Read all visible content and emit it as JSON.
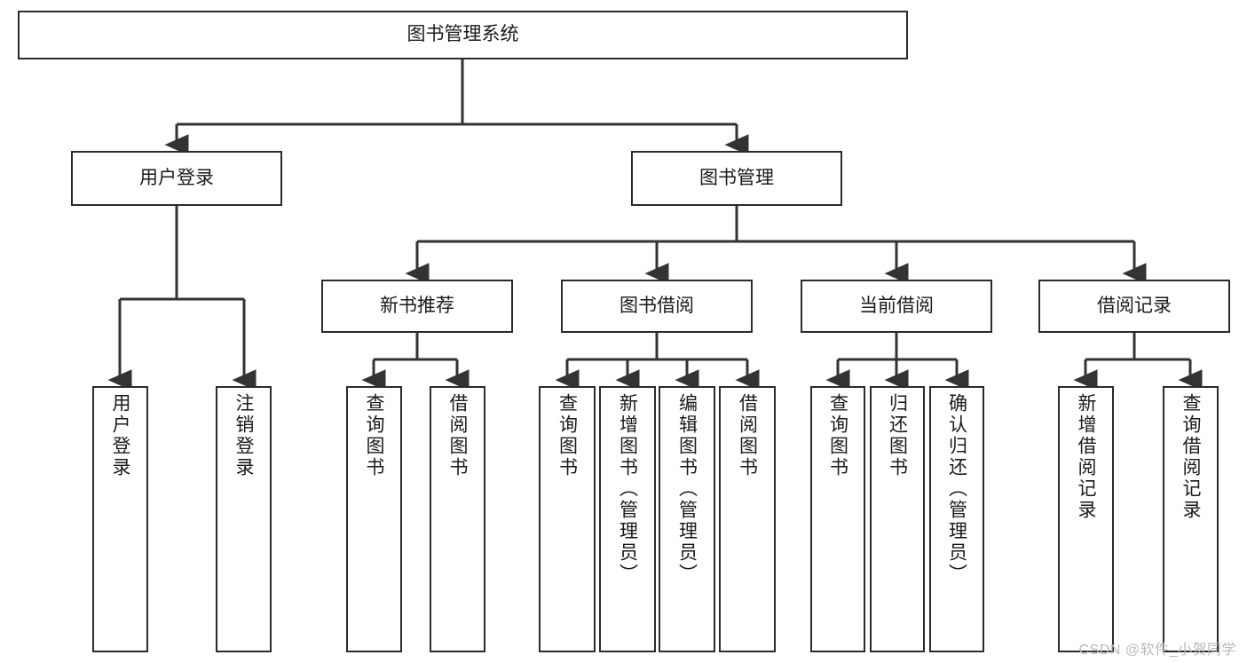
{
  "diagram": {
    "type": "tree-hierarchy",
    "root": {
      "id": "root",
      "label": "图书管理系统"
    },
    "level1": [
      {
        "id": "user-login",
        "label": "用户登录"
      },
      {
        "id": "book-manage",
        "label": "图书管理"
      }
    ],
    "level2": [
      {
        "id": "new-book-recommend",
        "label": "新书推荐",
        "parent": "book-manage"
      },
      {
        "id": "book-borrow",
        "label": "图书借阅",
        "parent": "book-manage"
      },
      {
        "id": "current-borrow",
        "label": "当前借阅",
        "parent": "book-manage"
      },
      {
        "id": "borrow-record",
        "label": "借阅记录",
        "parent": "book-manage"
      }
    ],
    "leaves": {
      "user-login": [
        {
          "id": "leaf-user-login",
          "label": "用户登录"
        },
        {
          "id": "leaf-logout-login",
          "label": "注销登录"
        }
      ],
      "new-book-recommend": [
        {
          "id": "leaf-query-book-1",
          "label": "查询图书"
        },
        {
          "id": "leaf-borrow-book-1",
          "label": "借阅图书"
        }
      ],
      "book-borrow": [
        {
          "id": "leaf-query-book-2",
          "label": "查询图书"
        },
        {
          "id": "leaf-add-book",
          "label": "新增图书（管理员）"
        },
        {
          "id": "leaf-edit-book",
          "label": "编辑图书（管理员）"
        },
        {
          "id": "leaf-borrow-book-2",
          "label": "借阅图书"
        }
      ],
      "current-borrow": [
        {
          "id": "leaf-query-book-3",
          "label": "查询图书"
        },
        {
          "id": "leaf-return-book",
          "label": "归还图书"
        },
        {
          "id": "leaf-confirm-return",
          "label": "确认归还（管理员）"
        }
      ],
      "borrow-record": [
        {
          "id": "leaf-add-record",
          "label": "新增借阅记录"
        },
        {
          "id": "leaf-query-record",
          "label": "查询借阅记录"
        }
      ]
    }
  },
  "watermark": {
    "text": "CSDN @软件_小贺同学"
  },
  "colors": {
    "box_border": "#2b2b2b",
    "box_fill": "#ffffff",
    "connector": "#333333",
    "text": "#1a1a1a",
    "watermark": "#b9b9b9",
    "background": "#ffffff"
  }
}
